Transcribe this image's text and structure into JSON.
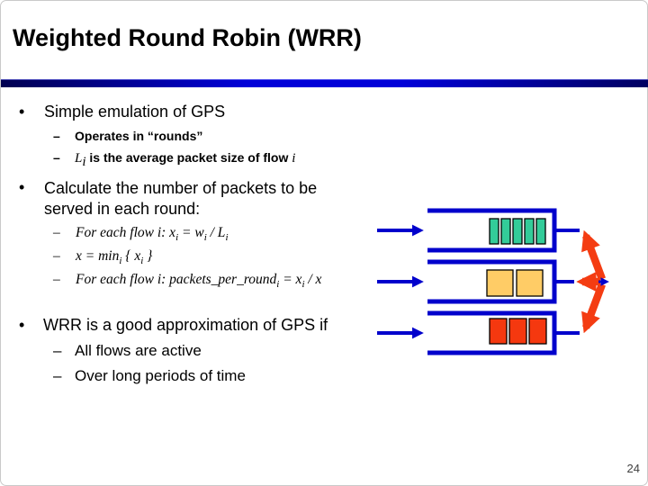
{
  "title": "Weighted Round Robin (WRR)",
  "page_number": "24",
  "markers": {
    "bullet": "•",
    "dash": "–"
  },
  "bullet1": {
    "label": "Simple emulation of GPS",
    "sub1": "Operates in “rounds”",
    "sub2": {
      "var": "L",
      "var_sub": "i",
      "text": "is the average packet size of flow",
      "var2": "i"
    }
  },
  "bullet2": {
    "label": "Calculate the number of packets to be served in each round:",
    "f1": {
      "a": "For each flow i: x",
      "a_sub": "i",
      "b": " = w",
      "b_sub": "i",
      "c": " / L",
      "c_sub": "i"
    },
    "f2": {
      "a": "x = min",
      "a_sub": "i",
      "b": " { x",
      "b_sub": "i",
      "c": " }"
    },
    "f3": {
      "a": "For each flow i: packets_per_round",
      "a_sub": "i",
      "b": " = x",
      "b_sub": "i",
      "c": " / x"
    }
  },
  "bullet3": {
    "label": "WRR is a good approximation of GPS if",
    "sub1": "All flows are active",
    "sub2": "Over long periods of time"
  },
  "accent_bar": {
    "left": "#000050",
    "middle": "#0000D8",
    "right": "#000060"
  },
  "diagram": {
    "queue_outline_color": "#0000CC",
    "input_arrow_color": "#0000CC",
    "output_arrow_color": "#0000CC",
    "scheduler_arrow_color": "#F43C12",
    "queues": [
      {
        "name": "flow-1",
        "packet_color": "#33CC99",
        "packet_count": 5
      },
      {
        "name": "flow-2",
        "packet_color": "#FFCC66",
        "packet_count": 2
      },
      {
        "name": "flow-3",
        "packet_color": "#F5380F",
        "packet_count": 3
      }
    ]
  }
}
